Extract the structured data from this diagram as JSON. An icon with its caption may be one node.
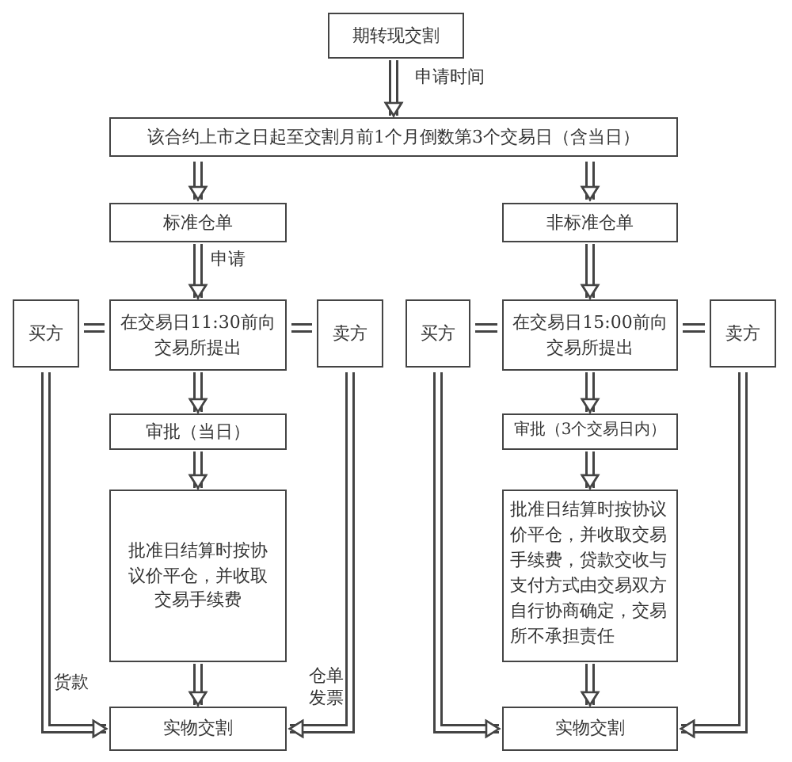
{
  "diagram": {
    "nodes": [
      {
        "text": [
          "期转现交割"
        ]
      },
      {
        "text": [
          "该合约上市之日起至交割月前1个月倒数第3个交易日（含当日）"
        ]
      },
      {
        "text": [
          "标准仓单"
        ]
      },
      {
        "text": [
          "非标准仓单"
        ]
      },
      {
        "text": [
          "买方"
        ]
      },
      {
        "text": [
          "在交易日11:30前向交易所提出"
        ]
      },
      {
        "text": [
          "卖方"
        ]
      },
      {
        "text": [
          "买方"
        ]
      },
      {
        "text": [
          "在交易日15:00前向交易所提出"
        ]
      },
      {
        "text": [
          "卖方"
        ]
      },
      {
        "text": [
          "审批（当日）"
        ]
      },
      {
        "text": [
          "审批（3个交易日内）"
        ]
      },
      {
        "text": [
          "批准日结算时按协议价平仓，并收取交易手续费"
        ]
      },
      {
        "text": [
          "批准日结算时按协议价平仓，并收取交易手续费，贷款交收与支付方式由交易双方自行协商确定，交易所不承担责任"
        ]
      },
      {
        "text": [
          "实物交割"
        ]
      },
      {
        "text": [
          "实物交割"
        ]
      }
    ],
    "edges": [
      {
        "from": 0,
        "to": 1,
        "arrow": "to",
        "label": "申请时间"
      },
      {
        "from": 1,
        "to": 2,
        "arrow": "to"
      },
      {
        "from": 1,
        "to": 3,
        "arrow": "to"
      },
      {
        "from": 2,
        "to": 5,
        "arrow": "to",
        "label": "申请"
      },
      {
        "from": 3,
        "to": 8,
        "arrow": "to"
      },
      {
        "from": 4,
        "to": 5,
        "arrow": "none"
      },
      {
        "from": 5,
        "to": 6,
        "arrow": "none"
      },
      {
        "from": 7,
        "to": 8,
        "arrow": "none"
      },
      {
        "from": 8,
        "to": 9,
        "arrow": "none"
      },
      {
        "from": 5,
        "to": 10,
        "arrow": "to"
      },
      {
        "from": 8,
        "to": 11,
        "arrow": "to"
      },
      {
        "from": 10,
        "to": 12,
        "arrow": "to"
      },
      {
        "from": 11,
        "to": 13,
        "arrow": "to"
      },
      {
        "from": 12,
        "to": 14,
        "arrow": "to"
      },
      {
        "from": 13,
        "to": 15,
        "arrow": "to"
      },
      {
        "from": 4,
        "to": 14,
        "arrow": "to",
        "label": "货款"
      },
      {
        "from": 6,
        "to": 14,
        "arrow": "to",
        "label": "仓单发票"
      },
      {
        "from": 7,
        "to": 15,
        "arrow": "to"
      },
      {
        "from": 9,
        "to": 15,
        "arrow": "to"
      }
    ]
  }
}
